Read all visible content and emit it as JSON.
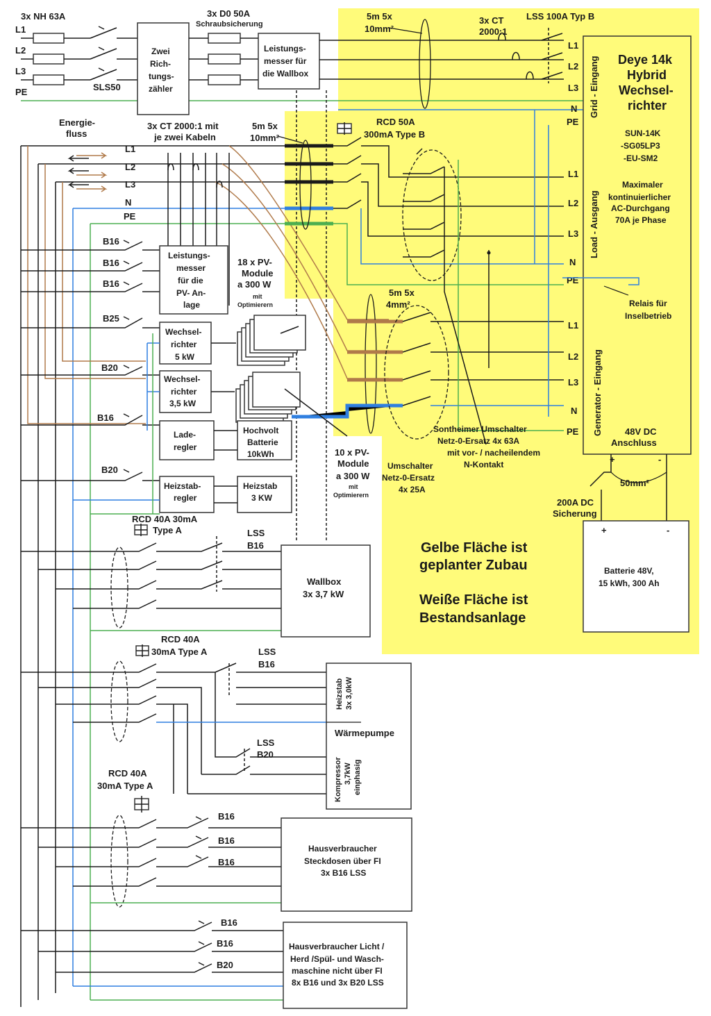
{
  "nh": "3x NH 63A",
  "phases": {
    "l1": "L1",
    "l2": "L2",
    "l3": "L3",
    "n": "N",
    "pe": "PE"
  },
  "sls": "SLS50",
  "meter2": [
    "Zwei",
    "Rich-",
    "tungs-",
    "zähler"
  ],
  "d0": [
    "3x D0  50A",
    "Schraubsicherung"
  ],
  "wallbox_meter": [
    "Leistungs-",
    "messer für",
    "die Wallbox"
  ],
  "cable_top": [
    "5m 5x",
    "10mm²"
  ],
  "ct_top": [
    "3x CT",
    "2000:1"
  ],
  "lss100": "LSS 100A Typ B",
  "inverter": {
    "title": [
      "Deye 14k",
      "Hybrid",
      "Wechsel-",
      "richter"
    ],
    "model": [
      "SUN-14K",
      "-SG05LP3",
      "-EU-SM2"
    ],
    "max": [
      "Maximaler",
      "kontinuierlicher",
      "AC-Durchgang",
      "70A je Phase"
    ],
    "grid": "Grid - Eingang",
    "load": "Load - Ausgang",
    "gen": "Generator - Eingang",
    "dc": [
      "48V  DC",
      "Anschluss"
    ]
  },
  "energy": [
    "Energie-",
    "fluss"
  ],
  "ct_pv": [
    "3x CT 2000:1 mit",
    "je zwei Kabeln"
  ],
  "cable_mid": [
    "5m 5x",
    "10mm²"
  ],
  "rcd50": [
    "RCD 50A",
    "300mA Type B"
  ],
  "b16": "B16",
  "b25": "B25",
  "b20": "B20",
  "pv_meter": [
    "Leistungs-",
    "messer",
    "für die",
    "PV- An-",
    "lage"
  ],
  "pv18": [
    "18 x PV-",
    "Module",
    "a 300 W"
  ],
  "mit": "mit",
  "optim": "Optimierern",
  "wr5": [
    "Wechsel-",
    "richter",
    "5 kW"
  ],
  "wr35": [
    "Wechsel-",
    "richter",
    "3,5 kW"
  ],
  "lade": [
    "Lade-",
    "regler"
  ],
  "hv": [
    "Hochvolt",
    "Batterie",
    "10kWh"
  ],
  "heiz_reg": [
    "Heizstab-",
    "regler"
  ],
  "heiz": [
    "Heizstab",
    "3 KW"
  ],
  "cable4": [
    "5m 5x",
    "4mm²"
  ],
  "relais": [
    "Relais für",
    "Inselbetrieb"
  ],
  "sont": [
    "Sontheimer Umschalter",
    "Netz-0-Ersatz   4x 63A",
    "mit vor- / nacheilendem",
    "N-Kontakt"
  ],
  "pv10": [
    "10 x PV-",
    "Module",
    "a 300 W"
  ],
  "umsch": [
    "Umschalter",
    "Netz-0-Ersatz",
    "4x 25A"
  ],
  "mm50": "50mm²",
  "dc_fuse": [
    "200A DC",
    "Sicherung"
  ],
  "plus": "+",
  "minus": "-",
  "battery": [
    "Batterie 48V,",
    "15 kWh, 300 Ah"
  ],
  "note": [
    "Gelbe Fläche ist",
    "geplanter Zubau",
    "Weiße Fläche ist",
    "Bestandsanlage"
  ],
  "rcd40a": [
    "RCD 40A 30mA",
    "Type A"
  ],
  "lss": "LSS",
  "wallbox": [
    "Wallbox",
    "3x 3,7 kW"
  ],
  "rcd40b": [
    "RCD 40A",
    "30mA Type A"
  ],
  "heizstab_v": [
    "Heizstab",
    "3x 3,0kW"
  ],
  "wp": "Wärmepumpe",
  "komp": [
    "Kompressor",
    "3,7kW",
    "einphasig"
  ],
  "rcd40c": [
    "RCD 40A",
    "30mA Type A"
  ],
  "haus1": [
    "Hausverbraucher",
    "Steckdosen über FI",
    "3x B16 LSS"
  ],
  "haus2": [
    "Hausverbraucher Licht /",
    "Herd /Spül- und Wasch-",
    "maschine nicht über FI",
    "8x B16 und 3x B20 LSS"
  ]
}
